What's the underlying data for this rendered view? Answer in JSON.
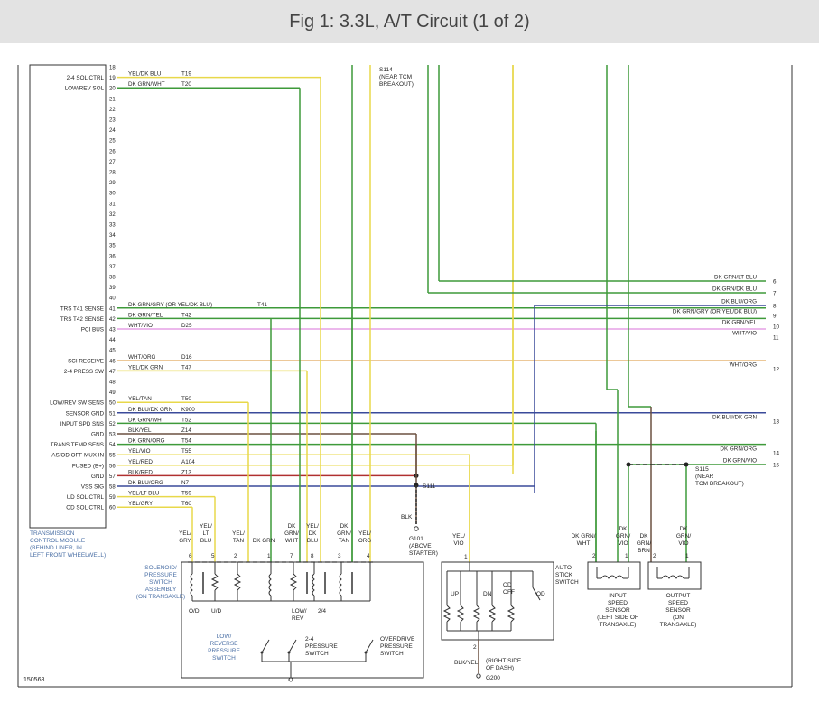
{
  "title": "Fig 1: 3.3L, A/T Circuit (1 of 2)",
  "figure_id": "150568",
  "colors": {
    "yellow": "#e8d84a",
    "green": "#3e9a3a",
    "blue": "#3a4a9a",
    "violet": "#e6a0e6",
    "orange": "#ecc898",
    "red": "#b03030",
    "brown": "#6b5040",
    "black": "#333333"
  },
  "tcm": {
    "label_lines": [
      "TRANSMISSION",
      "CONTROL MODULE",
      "(BEHIND LINER, IN",
      "LEFT FRONT WHEELWELL)"
    ],
    "first_pin": 18,
    "last_pin": 60,
    "pins": [
      {
        "n": 19,
        "label": "2-4 SOL CTRL",
        "wire": "YEL/DK BLU",
        "circuit": "T19",
        "color": "yellow",
        "end": 355
      },
      {
        "n": 20,
        "label": "LOW/REV SOL",
        "wire": "DK GRN/WHT",
        "circuit": "T20",
        "color": "green",
        "end": 332
      },
      {
        "n": 41,
        "label": "TRS T41 SENSE",
        "wire": "DK GRN/GRY (OR YEL/DK BLU)",
        "circuit": "T41",
        "color": "green",
        "end": 848,
        "conn": "9",
        "conn_label": "DK GRN/GRY (OR YEL/DK BLU)"
      },
      {
        "n": 42,
        "label": "TRS T42 SENSE",
        "wire": "DK GRN/YEL",
        "circuit": "T42",
        "color": "green",
        "end": 848,
        "conn": "10",
        "conn_label": "DK GRN/YEL"
      },
      {
        "n": 43,
        "label": "PCI BUS",
        "wire": "WHT/VIO",
        "circuit": "D25",
        "color": "violet",
        "end": 848,
        "conn": "11",
        "conn_label": "WHT/VIO"
      },
      {
        "n": 46,
        "label": "SCI RECEIVE",
        "wire": "WHT/ORG",
        "circuit": "D16",
        "color": "orange",
        "end": 848,
        "conn": "12",
        "conn_label": "WHT/ORG"
      },
      {
        "n": 47,
        "label": "2-4 PRESS SW",
        "wire": "YEL/DK GRN",
        "circuit": "T47",
        "color": "yellow",
        "end": 340
      },
      {
        "n": 50,
        "label": "LOW/REV SW SENS",
        "wire": "YEL/TAN",
        "circuit": "T50",
        "color": "yellow",
        "end": 275
      },
      {
        "n": 51,
        "label": "SENSOR GND",
        "wire": "DK BLU/DK GRN",
        "circuit": "K900",
        "color": "blue",
        "end": 848,
        "conn": "13",
        "conn_label": "DK BLU/DK GRN"
      },
      {
        "n": 52,
        "label": "INPUT SPD SNS",
        "wire": "DK GRN/WHT",
        "circuit": "T52",
        "color": "green",
        "end": 660
      },
      {
        "n": 53,
        "label": "GND",
        "wire": "BLK/YEL",
        "circuit": "Z14",
        "color": "brown",
        "end": 461
      },
      {
        "n": 54,
        "label": "TRANS TEMP SENS",
        "wire": "DK GRN/ORG",
        "circuit": "T54",
        "color": "green",
        "end": 848,
        "conn": "14",
        "conn_label": "DK GRN/ORG"
      },
      {
        "n": 55,
        "label": "AS/OD OFF MUX IN",
        "wire": "YEL/VIO",
        "circuit": "T55",
        "color": "yellow",
        "end": 520
      },
      {
        "n": 56,
        "label": "FUSED (B+)",
        "wire": "YEL/RED",
        "circuit": "A104",
        "color": "yellow",
        "end": 568
      },
      {
        "n": 57,
        "label": "GND",
        "wire": "BLK/RED",
        "circuit": "Z13",
        "color": "red",
        "end": 461
      },
      {
        "n": 58,
        "label": "VSS SIG",
        "wire": "DK BLU/ORG",
        "circuit": "N7",
        "color": "blue",
        "end": 592
      },
      {
        "n": 59,
        "label": "UD SOL CTRL",
        "wire": "YEL/LT BLU",
        "circuit": "T59",
        "color": "yellow",
        "end": 238
      },
      {
        "n": 60,
        "label": "OD SOL CTRL",
        "wire": "YEL/GRY",
        "circuit": "T60",
        "color": "yellow",
        "end": 213
      }
    ]
  },
  "right_connector": [
    {
      "pin": "6",
      "wire": "DK GRN/LT BLU"
    },
    {
      "pin": "7",
      "wire": "DK GRN/DK BLU"
    },
    {
      "pin": "8",
      "wire": "DK BLU/ORG"
    },
    {
      "pin": "9",
      "wire": "DK GRN/GRY (OR YEL/DK BLU)"
    },
    {
      "pin": "10",
      "wire": "DK GRN/YEL"
    },
    {
      "pin": "11",
      "wire": "WHT/VIO"
    },
    {
      "pin": "12",
      "wire": "WHT/ORG"
    },
    {
      "pin": "13",
      "wire": "DK BLU/DK GRN"
    },
    {
      "pin": "14",
      "wire": "DK GRN/ORG"
    },
    {
      "pin": "15",
      "wire": "DK GRN/VIO"
    }
  ],
  "splices": {
    "s114": [
      "S114",
      "(NEAR TCM",
      "BREAKOUT)"
    ],
    "s111": "S111",
    "s115": [
      "S115",
      "(NEAR",
      "TCM BREAKOUT)"
    ]
  },
  "grounds": {
    "blk": "BLK",
    "g101": [
      "G101",
      "(ABOVE",
      "STARTER)"
    ],
    "g200": "G200",
    "g200_wire": "BLK/YEL",
    "g200_loc": [
      "(RIGHT SIDE",
      "OF DASH)"
    ],
    "g200_pin": "2"
  },
  "solenoid_assembly": {
    "label": [
      "SOLENOID/",
      "PRESSURE",
      "SWITCH",
      "ASSEMBLY",
      "(ON TRANSAXLE)"
    ],
    "wires": [
      {
        "label": [
          "YEL/",
          "GRY"
        ],
        "pin": "6"
      },
      {
        "label": [
          "YEL/",
          "LT",
          "BLU"
        ],
        "pin": "5"
      },
      {
        "label": [
          "YEL/",
          "TAN"
        ],
        "pin": "2"
      },
      {
        "label": [
          "DK GRN"
        ],
        "pin": "1"
      },
      {
        "label": [
          "DK",
          "GRN/",
          "WHT"
        ],
        "pin": "7"
      },
      {
        "label": [
          "YEL/",
          "DK",
          "BLU"
        ],
        "pin": "8"
      },
      {
        "label": [
          "DK",
          "GRN/",
          "TAN"
        ],
        "pin": "3"
      },
      {
        "label": [
          "YEL/",
          "ORG"
        ],
        "pin": "4"
      }
    ],
    "sol_labels": [
      "O/D",
      "U/D",
      "LOW/\nREV",
      "2/4"
    ],
    "low_rev_switch": [
      "LOW/",
      "REVERSE",
      "PRESSURE",
      "SWITCH"
    ],
    "press24_switch": [
      "2-4",
      "PRESSURE",
      "SWITCH"
    ],
    "od_switch": [
      "OVERDRIVE",
      "PRESSURE",
      "SWITCH"
    ]
  },
  "autostick": {
    "label": [
      "AUTO-",
      "STICK",
      "SWITCH"
    ],
    "wire": [
      "YEL/",
      "VIO"
    ],
    "pin_top": "1",
    "up": "UP",
    "dn": "DN",
    "od_off": [
      "OD",
      "OFF"
    ],
    "od": "OD"
  },
  "input_sensor": {
    "label": [
      "INPUT",
      "SPEED",
      "SENSOR",
      "(LEFT SIDE OF",
      "TRANSAXLE)"
    ],
    "w1": [
      "DK GRN/",
      "WHT"
    ],
    "p1": "2",
    "w2": [
      "DK",
      "GRN/",
      "VIO"
    ],
    "p2": "1"
  },
  "output_sensor": {
    "label": [
      "OUTPUT",
      "SPEED",
      "SENSOR",
      "(ON",
      "TRANSAXLE)"
    ],
    "w1": [
      "DK",
      "GRN/",
      "BRN"
    ],
    "p1": "2",
    "w2": [
      "DK",
      "GRN/",
      "VIO"
    ],
    "p2": "1"
  }
}
